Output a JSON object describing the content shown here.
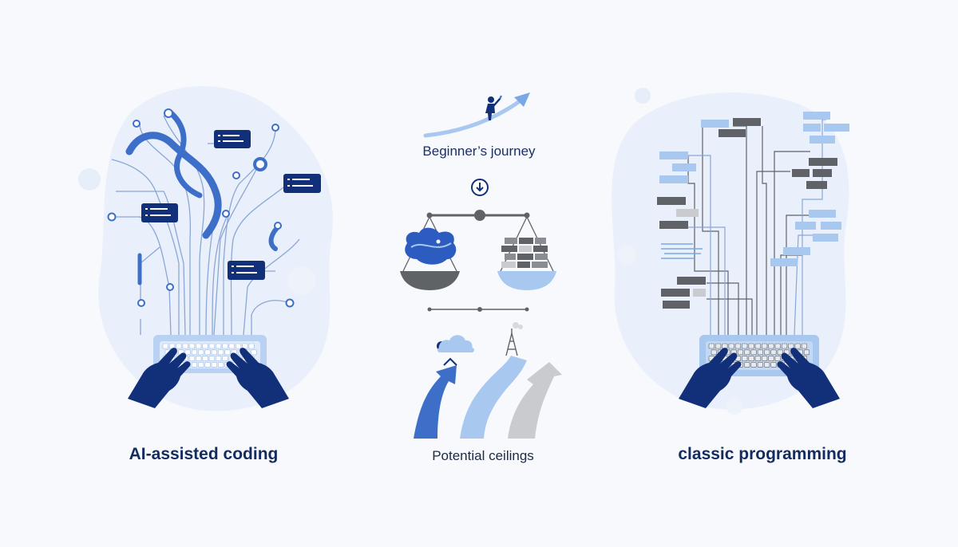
{
  "labels": {
    "left": "AI-assisted coding",
    "middle_top": "Beginner’s journey",
    "middle_bottom": "Potential ceilings",
    "right": "classic programming"
  },
  "colors": {
    "navy": "#12307a",
    "blue": "#3d6fc9",
    "light_blue": "#a9c8f0",
    "pale_blue": "#e6eefa",
    "gray": "#5f6368",
    "light_gray": "#c9cbcf",
    "background": "#f7f9fc"
  },
  "icons": [
    "keyboard-icon",
    "hands-icon",
    "scale-icon",
    "person-on-arrow-icon",
    "cloud-icon",
    "oil-rig-icon",
    "arrow-up-icon"
  ]
}
